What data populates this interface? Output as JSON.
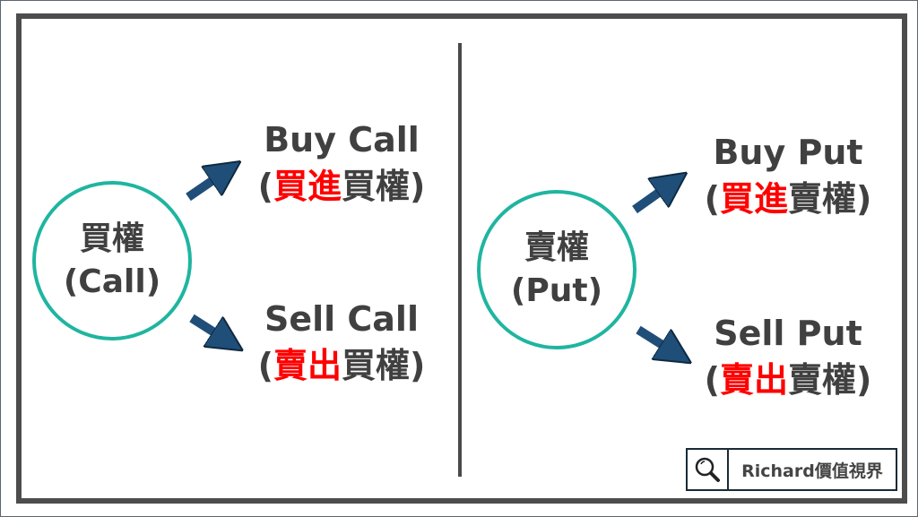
{
  "left": {
    "circle": {
      "line1": "買權",
      "line2": "(Call)"
    },
    "buy": {
      "title": "Buy Call",
      "open": "(",
      "action": "買進",
      "type": "買權",
      "close": ")"
    },
    "sell": {
      "title": "Sell Call",
      "open": "(",
      "action": "賣出",
      "type": "買權",
      "close": ")"
    }
  },
  "right": {
    "circle": {
      "line1": "賣權",
      "line2": "(Put)"
    },
    "buy": {
      "title": "Buy Put",
      "open": "(",
      "action": "買進",
      "type": "賣權",
      "close": ")"
    },
    "sell": {
      "title": "Sell Put",
      "open": "(",
      "action": "賣出",
      "type": "賣權",
      "close": ")"
    }
  },
  "logo": {
    "text": "Richard價值視界",
    "icon": "magnifier-icon"
  },
  "colors": {
    "teal": "#1fb5a0",
    "arrow": "#1f4e79",
    "highlight": "#ff0000",
    "text": "#404040"
  }
}
